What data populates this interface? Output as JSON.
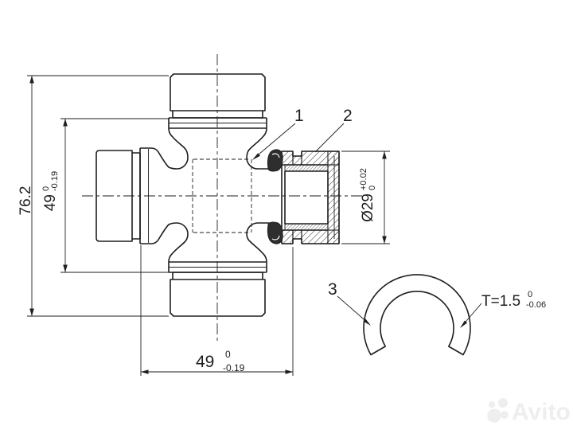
{
  "drawing": {
    "part_labels": {
      "cross": "1",
      "bearing_cup": "2",
      "snap_ring": "3"
    },
    "dims": {
      "overall_height": "76.2",
      "span_v": {
        "value": "49",
        "tol_upper": "0",
        "tol_lower": "-0.19"
      },
      "span_h": {
        "value": "49",
        "tol_upper": "0",
        "tol_lower": "-0.19"
      },
      "cup_od": {
        "value": "Ø29",
        "tol_upper": "+0.02",
        "tol_lower": "0"
      },
      "ring_thickness": {
        "value": "T=1.5",
        "tol_upper": "0",
        "tol_lower": "-0.06"
      }
    }
  },
  "watermark": {
    "brand": "Avito"
  },
  "colors": {
    "line": "#1e1e1e",
    "seal": "#2e2e2e",
    "watermark": "#eeeef0",
    "background": "#ffffff"
  }
}
